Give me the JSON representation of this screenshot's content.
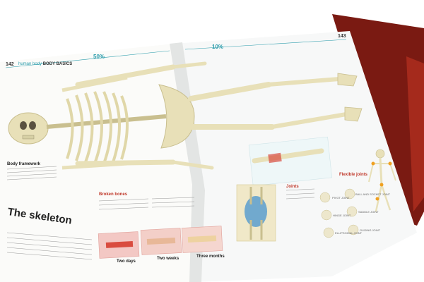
{
  "page_left": {
    "page_number": "142",
    "breadcrumb": "human body",
    "section": "BODY BASICS",
    "stat": "50%",
    "main_title": "The skeleton",
    "heading_framework": "Body framework",
    "heading_broken": "Broken bones",
    "healing_steps": [
      {
        "label": "Two days"
      },
      {
        "label": "Two weeks"
      },
      {
        "label": "Three months"
      }
    ]
  },
  "page_right": {
    "page_number": "143",
    "stat": "10%",
    "heading_joints": "Joints",
    "heading_flexible": "Flexible joints",
    "joint_types": [
      "PIVOT JOINT",
      "BALL AND SOCKET JOINT",
      "HINGE JOINT",
      "SADDLE JOINT",
      "ELLIPSOIDAL JOINT",
      "GLIDING JOINT"
    ]
  },
  "colors": {
    "bone": "#e8e0b8",
    "bone_shadow": "#c9bf8f",
    "accent_teal": "#2a9cab",
    "heading_red": "#c0392b",
    "cover": "#7a1a12",
    "page": "#ffffff"
  }
}
